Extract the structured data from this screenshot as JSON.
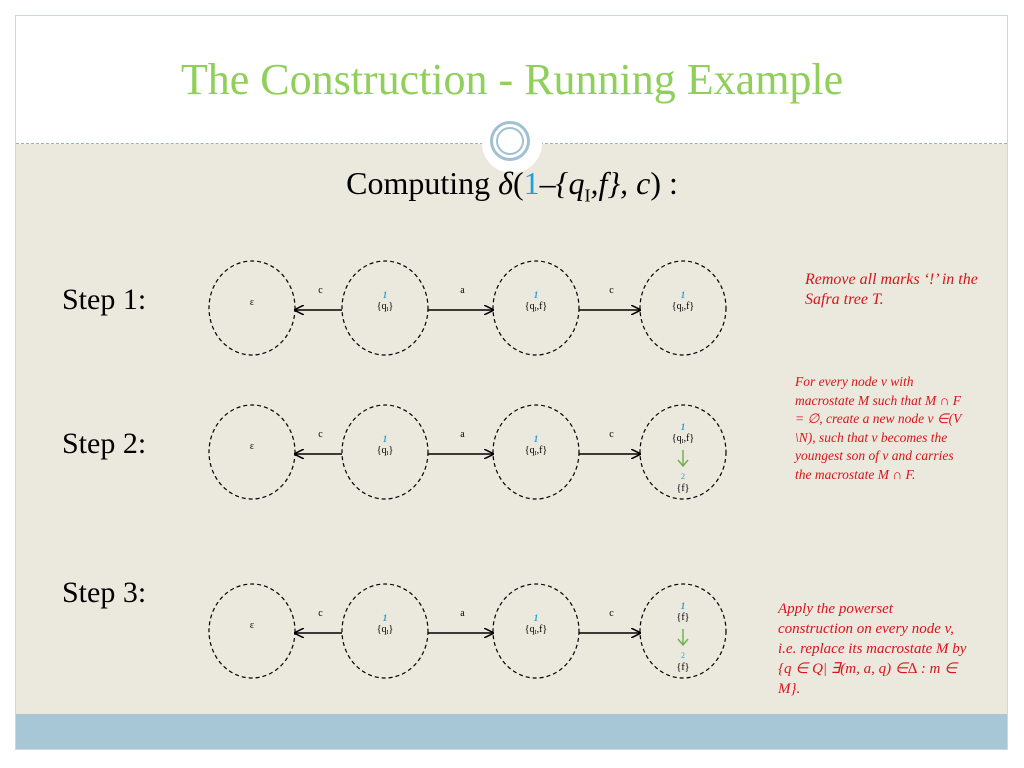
{
  "title": "The Construction - Running Example",
  "subtitle": {
    "prefix": "Computing ",
    "delta": "δ",
    "open": "(",
    "node": "1",
    "dash": "–{",
    "q": "q",
    "q_sub": "I",
    "rest": ",f}, ",
    "c": "c",
    "close": ") :"
  },
  "steps": [
    {
      "label": "Step 1:",
      "nodes": [
        {
          "sets": [
            {
              "text": "ε"
            }
          ]
        },
        {
          "sets": [
            {
              "mark": "1",
              "text": "{q",
              "sub": "I",
              "tail": "}"
            }
          ]
        },
        {
          "sets": [
            {
              "mark": "1",
              "text": "{q",
              "sub": "I",
              "tail": ",f}"
            }
          ]
        },
        {
          "sets": [
            {
              "mark": "1",
              "text": "{q",
              "sub": "I",
              "tail": ",f}"
            }
          ]
        }
      ],
      "edges": [
        "c",
        "a",
        "c"
      ]
    },
    {
      "label": "Step 2:",
      "nodes": [
        {
          "sets": [
            {
              "text": "ε"
            }
          ]
        },
        {
          "sets": [
            {
              "mark": "1",
              "text": "{q",
              "sub": "I",
              "tail": "}"
            }
          ]
        },
        {
          "sets": [
            {
              "mark": "1",
              "text": "{q",
              "sub": "I",
              "tail": ",f}"
            }
          ]
        },
        {
          "sets": [
            {
              "mark": "1",
              "text": "{q",
              "sub": "I",
              "tail": ",f}"
            },
            {
              "mark": "2",
              "text": "{f}"
            }
          ]
        }
      ],
      "edges": [
        "c",
        "a",
        "c"
      ]
    },
    {
      "label": "Step 3:",
      "nodes": [
        {
          "sets": [
            {
              "text": "ε"
            }
          ]
        },
        {
          "sets": [
            {
              "mark": "1",
              "text": "{q",
              "sub": "I",
              "tail": "}"
            }
          ]
        },
        {
          "sets": [
            {
              "mark": "1",
              "text": "{q",
              "sub": "I",
              "tail": ",f}"
            }
          ]
        },
        {
          "sets": [
            {
              "mark": "1",
              "text": "{f}"
            },
            {
              "mark": "2",
              "text": "{f}"
            }
          ]
        }
      ],
      "edges": [
        "c",
        "a",
        "c"
      ]
    }
  ],
  "notes": [
    "Remove all marks ‘!’ in the Safra tree T.",
    "For every node v with macrostate M such that M ∩ F = ∅, create a new node v ∈(V \\N), such that v becomes the youngest son of v and carries the macrostate M ∩ F.",
    "Apply the powerset construction on every node v, i.e. replace its macrostate M by {q ∈ Q| ∃(m, a, q) ∈∆ : m ∈ M}."
  ],
  "colors": {
    "title": "#8fcf5a",
    "mark": "#1fa0d8",
    "note": "#d8151b",
    "child_arrow": "#6ab04c",
    "content_bg": "#ebe8dd",
    "footer": "#a7c7d6"
  }
}
